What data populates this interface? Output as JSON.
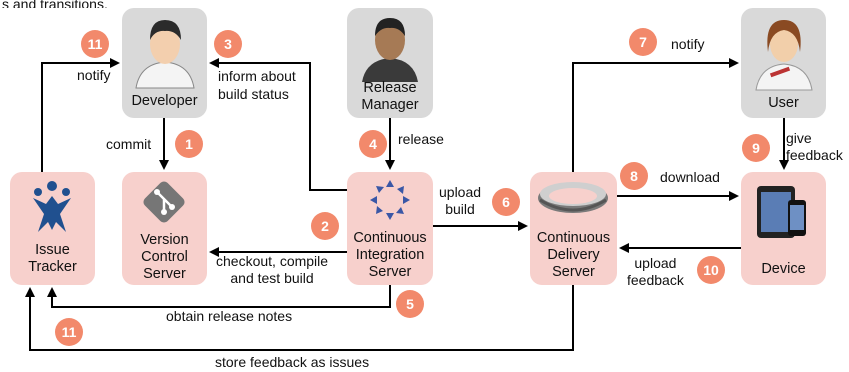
{
  "heading_fragment": "s and transitions.",
  "nodes": {
    "developer": "Developer",
    "release_manager": [
      "Release",
      "Manager"
    ],
    "user": "User",
    "issue_tracker": [
      "Issue",
      "Tracker"
    ],
    "vcs": [
      "Version",
      "Control",
      "Server"
    ],
    "ci": [
      "Continuous",
      "Integration",
      "Server"
    ],
    "cd": [
      "Continuous",
      "Delivery",
      "Server"
    ],
    "device": "Device"
  },
  "edges": {
    "notify_dev": "notify",
    "inform": [
      "inform about",
      "build status"
    ],
    "commit": "commit",
    "release": "release",
    "checkout": [
      "checkout, compile",
      "and test build"
    ],
    "upload_build": [
      "upload",
      "build"
    ],
    "obtain_notes": "obtain release notes",
    "notify_user": "notify",
    "give_feedback": [
      "give",
      "feedback"
    ],
    "download": "download",
    "upload_feedback": [
      "upload",
      "feedback"
    ],
    "store_feedback": "store feedback as issues"
  },
  "badges": [
    "11",
    "3",
    "1",
    "4",
    "2",
    "6",
    "5",
    "7",
    "9",
    "8",
    "10",
    "11"
  ],
  "colors": {
    "node_pink": "#f7d0cc",
    "node_gray": "#d9d9d9",
    "badge": "#f2896b",
    "arrow": "#000000"
  },
  "icons": [
    "developer-person-icon",
    "release-manager-person-icon",
    "user-person-icon",
    "jira-icon",
    "git-icon",
    "ci-cycle-icon",
    "cd-ring-icon",
    "tablet-phone-icon"
  ]
}
